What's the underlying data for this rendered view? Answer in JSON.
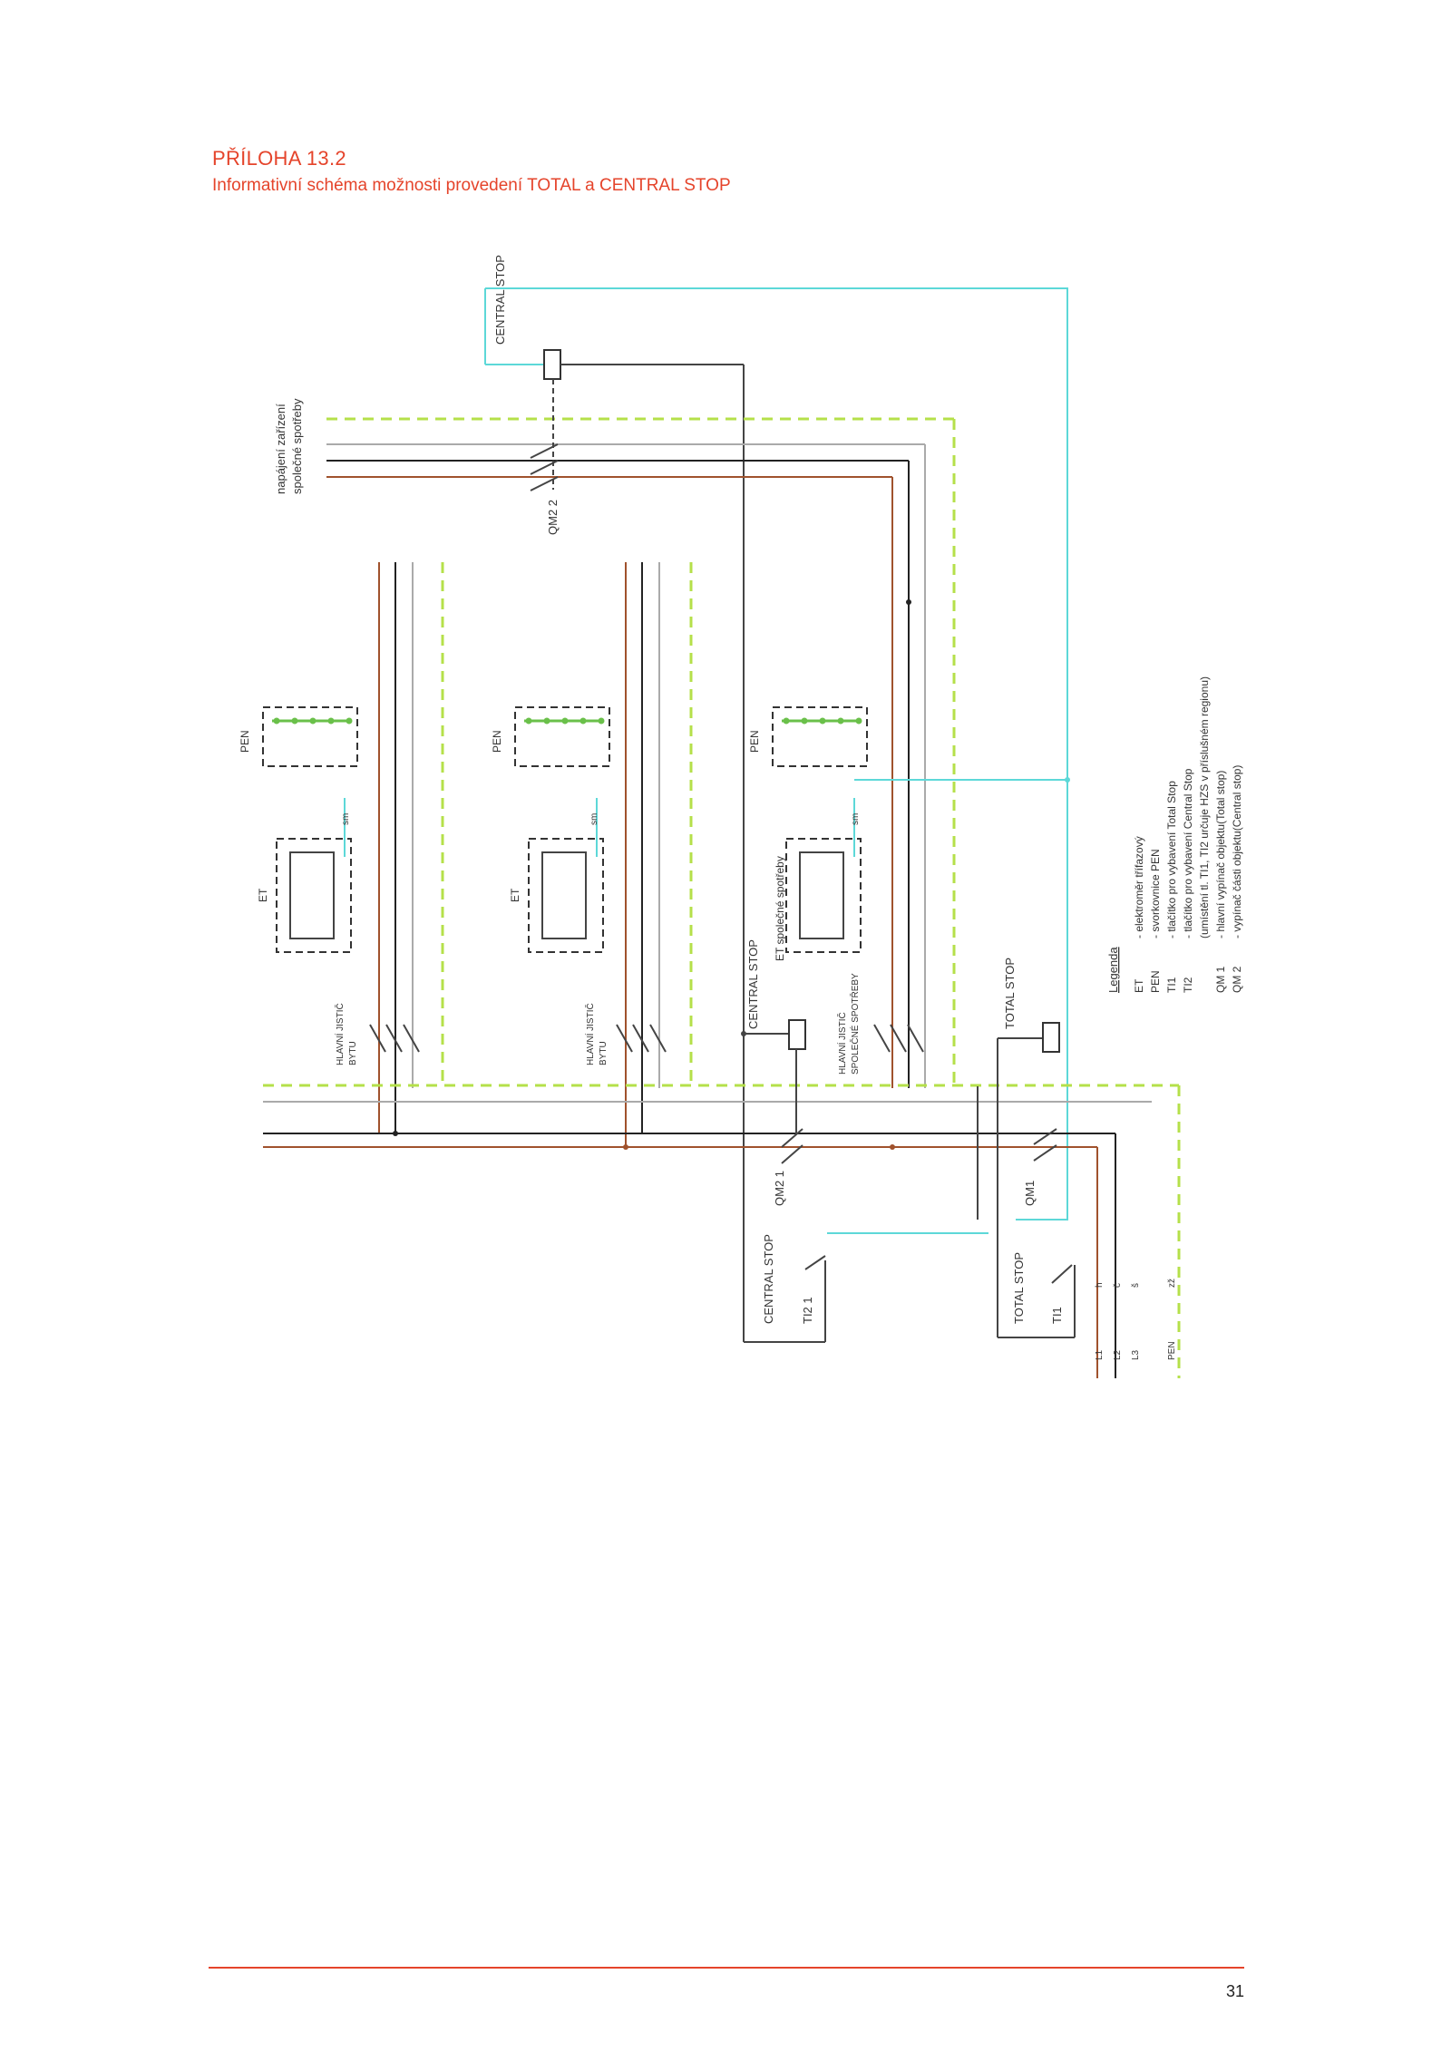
{
  "header": {
    "title": "PŘÍLOHA 13.2",
    "subtitle": "Informativní schéma možnosti provedení TOTAL a CENTRAL STOP"
  },
  "diagram": {
    "central_stop_top": "CENTRAL STOP",
    "napajeni": "napájení zařízení",
    "spolecne_spotreby": "společné spotřeby",
    "qm2_2": "QM2 2",
    "pen": "PEN",
    "et": "ET",
    "et_spolecne": "ET společné spotřeby",
    "hlavni_jistic": "HLAVNÍ JISTIČ",
    "bytu": "BYTU",
    "hlavni_jistic_spolecne": "HLAVNÍ JISTIČ",
    "spolecne_spotreby_caps": "SPOLEČNÉ SPOTŘEBY",
    "sm": "sm",
    "central_stop": "CENTRAL STOP",
    "total_stop": "TOTAL STOP",
    "qm2_1": "QM2 1",
    "qm1": "QM1",
    "ti2_1": "TI2 1",
    "ti1": "TI1",
    "line_labels": [
      "L1",
      "L2",
      "L3",
      "PEN"
    ],
    "wire_codes": [
      "h",
      "č",
      "š",
      "zž"
    ]
  },
  "legend": {
    "heading": "Legenda",
    "items": [
      {
        "code": "ET",
        "text": "- elektroměr třífazový"
      },
      {
        "code": "PEN",
        "text": "- svorkovnice PEN"
      },
      {
        "code": "TI1",
        "text": "- tlačítko pro vybavení Total Stop"
      },
      {
        "code": "TI2",
        "text": "- tlačítko pro vybavení Central Stop"
      },
      {
        "code": "",
        "text": "(umístění tl. TI1, TI2 určuje HZS v příslušném regionu)"
      },
      {
        "code": "QM 1",
        "text": "- hlavní vypínač objektu(Total stop)"
      },
      {
        "code": "QM 2",
        "text": "- vypínač části objektu(Central stop)"
      }
    ]
  },
  "footer": {
    "page_number": "31"
  },
  "colors": {
    "accent": "#e5442b",
    "wire_l1": "#a0522d",
    "wire_l2": "#222222",
    "wire_l3": "#aaaaaa",
    "wire_pen": "#9acd32",
    "control": "#5dd8d8"
  }
}
